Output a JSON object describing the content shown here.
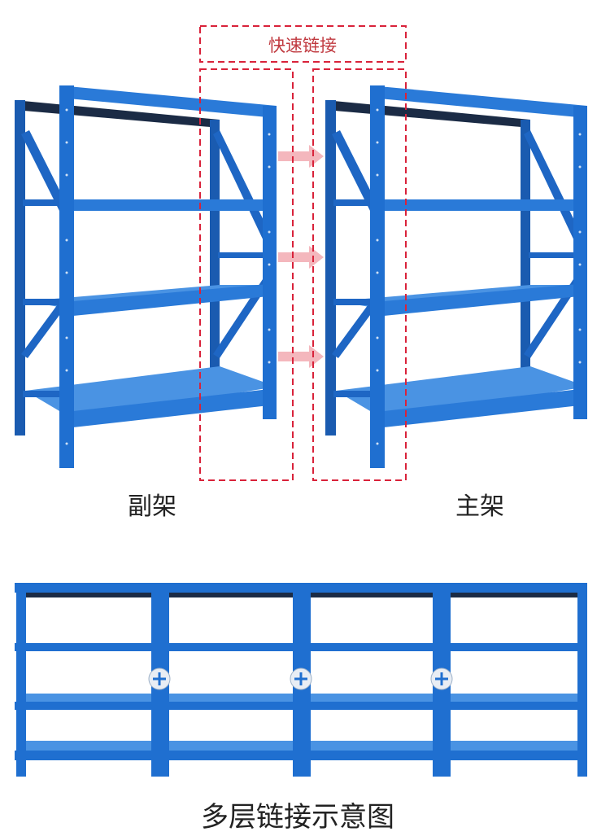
{
  "annotation": {
    "title": "快速链接",
    "color": "#d9223a"
  },
  "labels": {
    "secondary_frame": "副架",
    "main_frame": "主架",
    "diagram_caption": "多层链接示意图"
  },
  "colors": {
    "rack_blue": "#1f6fd0",
    "rack_dark": "#174c94",
    "shelf_light": "#4a93e3",
    "arrow": "#f4b7bd"
  },
  "multi_rack": {
    "bays": 4,
    "connectors": 3
  }
}
